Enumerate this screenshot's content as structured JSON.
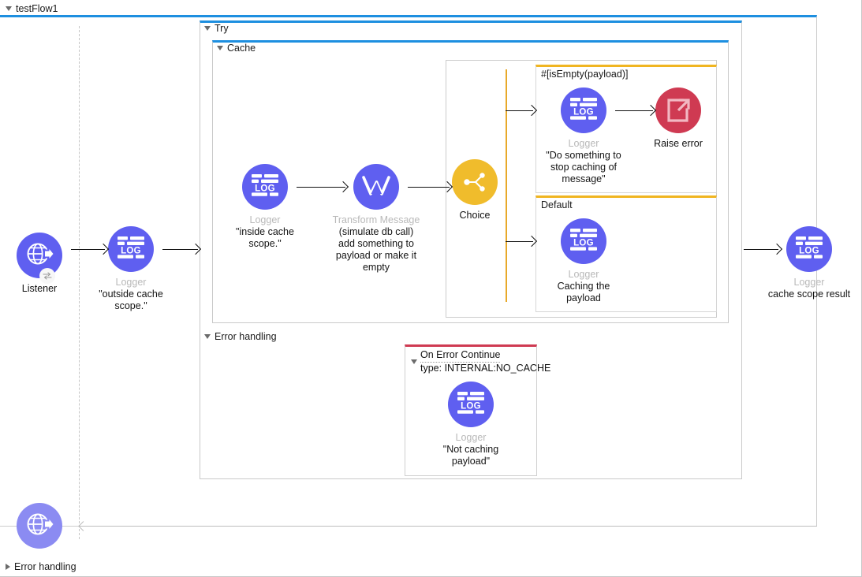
{
  "flow": {
    "name": "testFlow1",
    "error_handling_label": "Error handling",
    "error_handling_expanded": false
  },
  "scopes": {
    "try": {
      "label": "Try",
      "accent": "#1d8fe0",
      "expanded": true
    },
    "cache": {
      "label": "Cache",
      "accent": "#1d8fe0",
      "expanded": true
    },
    "inner_error_handling": {
      "label": "Error handling",
      "expanded": true
    }
  },
  "choice": {
    "name": "Choice",
    "accent": "#f0bc2c",
    "branches": [
      {
        "label": "#[isEmpty(payload)]",
        "accent": "#f0b521"
      },
      {
        "label": "Default",
        "accent": "#f0b521"
      }
    ]
  },
  "on_error": {
    "line1": "On Error Continue",
    "line2": "type: INTERNAL:NO_CACHE",
    "accent": "#cf3a52",
    "expanded": true
  },
  "nodes": {
    "listener": {
      "title": "Listener",
      "icon": "http-listener-globe-icon",
      "color": "#5f5ff0"
    },
    "logger_outside": {
      "title": "Logger",
      "subtitle": "\"outside cache\nscope.\"",
      "icon": "logger-icon",
      "color": "#5f5ff0"
    },
    "logger_inside": {
      "title": "Logger",
      "subtitle": "\"inside cache\nscope.\"",
      "icon": "logger-icon",
      "color": "#5f5ff0"
    },
    "transform": {
      "title": "Transform Message",
      "subtitle": "(simulate db call)\nadd something to\npayload or make it\nempty",
      "icon": "transform-message-icon",
      "color": "#5f5ff0"
    },
    "choice_node": {
      "title": "Choice",
      "icon": "choice-icon",
      "color": "#f0bc2c"
    },
    "logger_stop_caching": {
      "title": "Logger",
      "subtitle": "\"Do something to\nstop caching of\nmessage\"",
      "icon": "logger-icon",
      "color": "#5f5ff0"
    },
    "raise_error": {
      "title": "Raise error",
      "icon": "raise-error-icon",
      "color": "#cf3a52"
    },
    "logger_caching": {
      "title": "Logger",
      "subtitle": "Caching the\npayload",
      "icon": "logger-icon",
      "color": "#5f5ff0"
    },
    "logger_not_caching": {
      "title": "Logger",
      "subtitle": "\"Not caching\npayload\"",
      "icon": "logger-icon",
      "color": "#5f5ff0"
    },
    "logger_result": {
      "title": "Logger",
      "subtitle": "cache scope result",
      "icon": "logger-icon",
      "color": "#5f5ff0"
    },
    "error_handling_source": {
      "title": "",
      "icon": "http-listener-globe-icon",
      "color": "#8b8bf2"
    }
  }
}
